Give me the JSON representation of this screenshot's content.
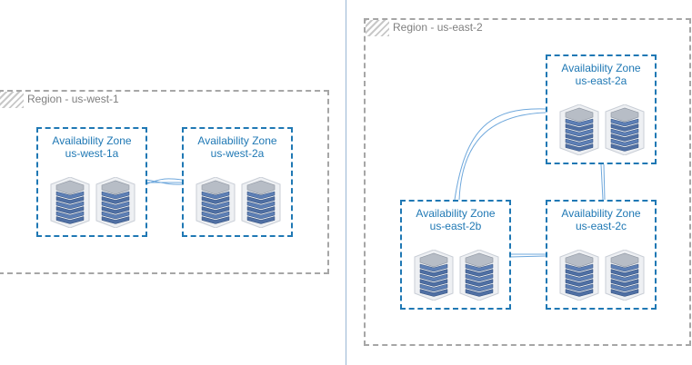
{
  "regions": {
    "west": {
      "label": "Region - us-west-1"
    },
    "east": {
      "label": "Region - us-east-2"
    }
  },
  "zones": {
    "us_west_1a": {
      "title": "Availability Zone",
      "name": "us-west-1a"
    },
    "us_west_2a": {
      "title": "Availability Zone",
      "name": "us-west-2a"
    },
    "us_east_2a": {
      "title": "Availability Zone",
      "name": "us-east-2a"
    },
    "us_east_2b": {
      "title": "Availability Zone",
      "name": "us-east-2b"
    },
    "us_east_2c": {
      "title": "Availability Zone",
      "name": "us-east-2c"
    }
  },
  "icons": [
    "server-rack-icon",
    "region-badge-icon"
  ],
  "colors": {
    "zone_border": "#1f78b4",
    "region_border": "#a6a6a6",
    "link": "#6fa8dc"
  }
}
